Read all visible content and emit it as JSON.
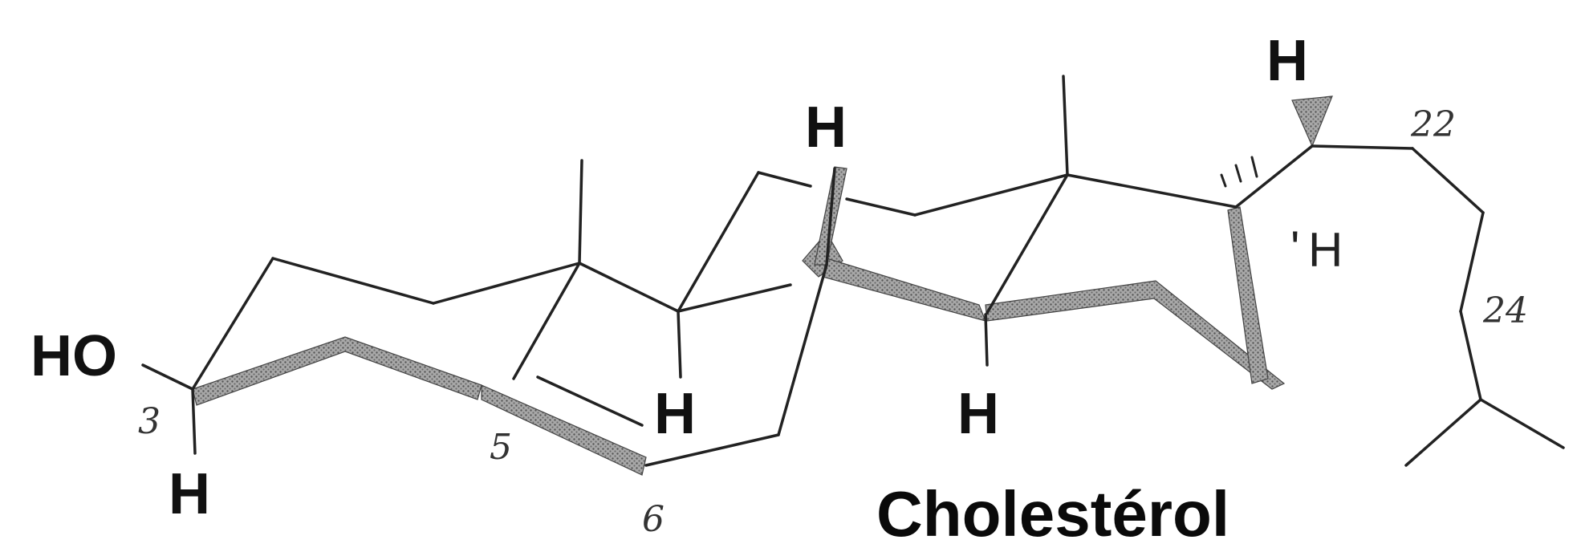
{
  "title": "Cholestérol",
  "atoms": {
    "ho": "HO",
    "h_c3": "H",
    "h_c8": "H",
    "h_c9": "H",
    "h_c14": "H",
    "h_c20": "H",
    "h_c17": "H",
    "h_c17_prefix": "'"
  },
  "positions": {
    "c3": "3",
    "c5": "5",
    "c6": "6",
    "c22": "22",
    "c24": "24"
  },
  "colors": {
    "bond": "#222222",
    "wedge_fill": "#9a9a9a",
    "text": "#111111"
  }
}
